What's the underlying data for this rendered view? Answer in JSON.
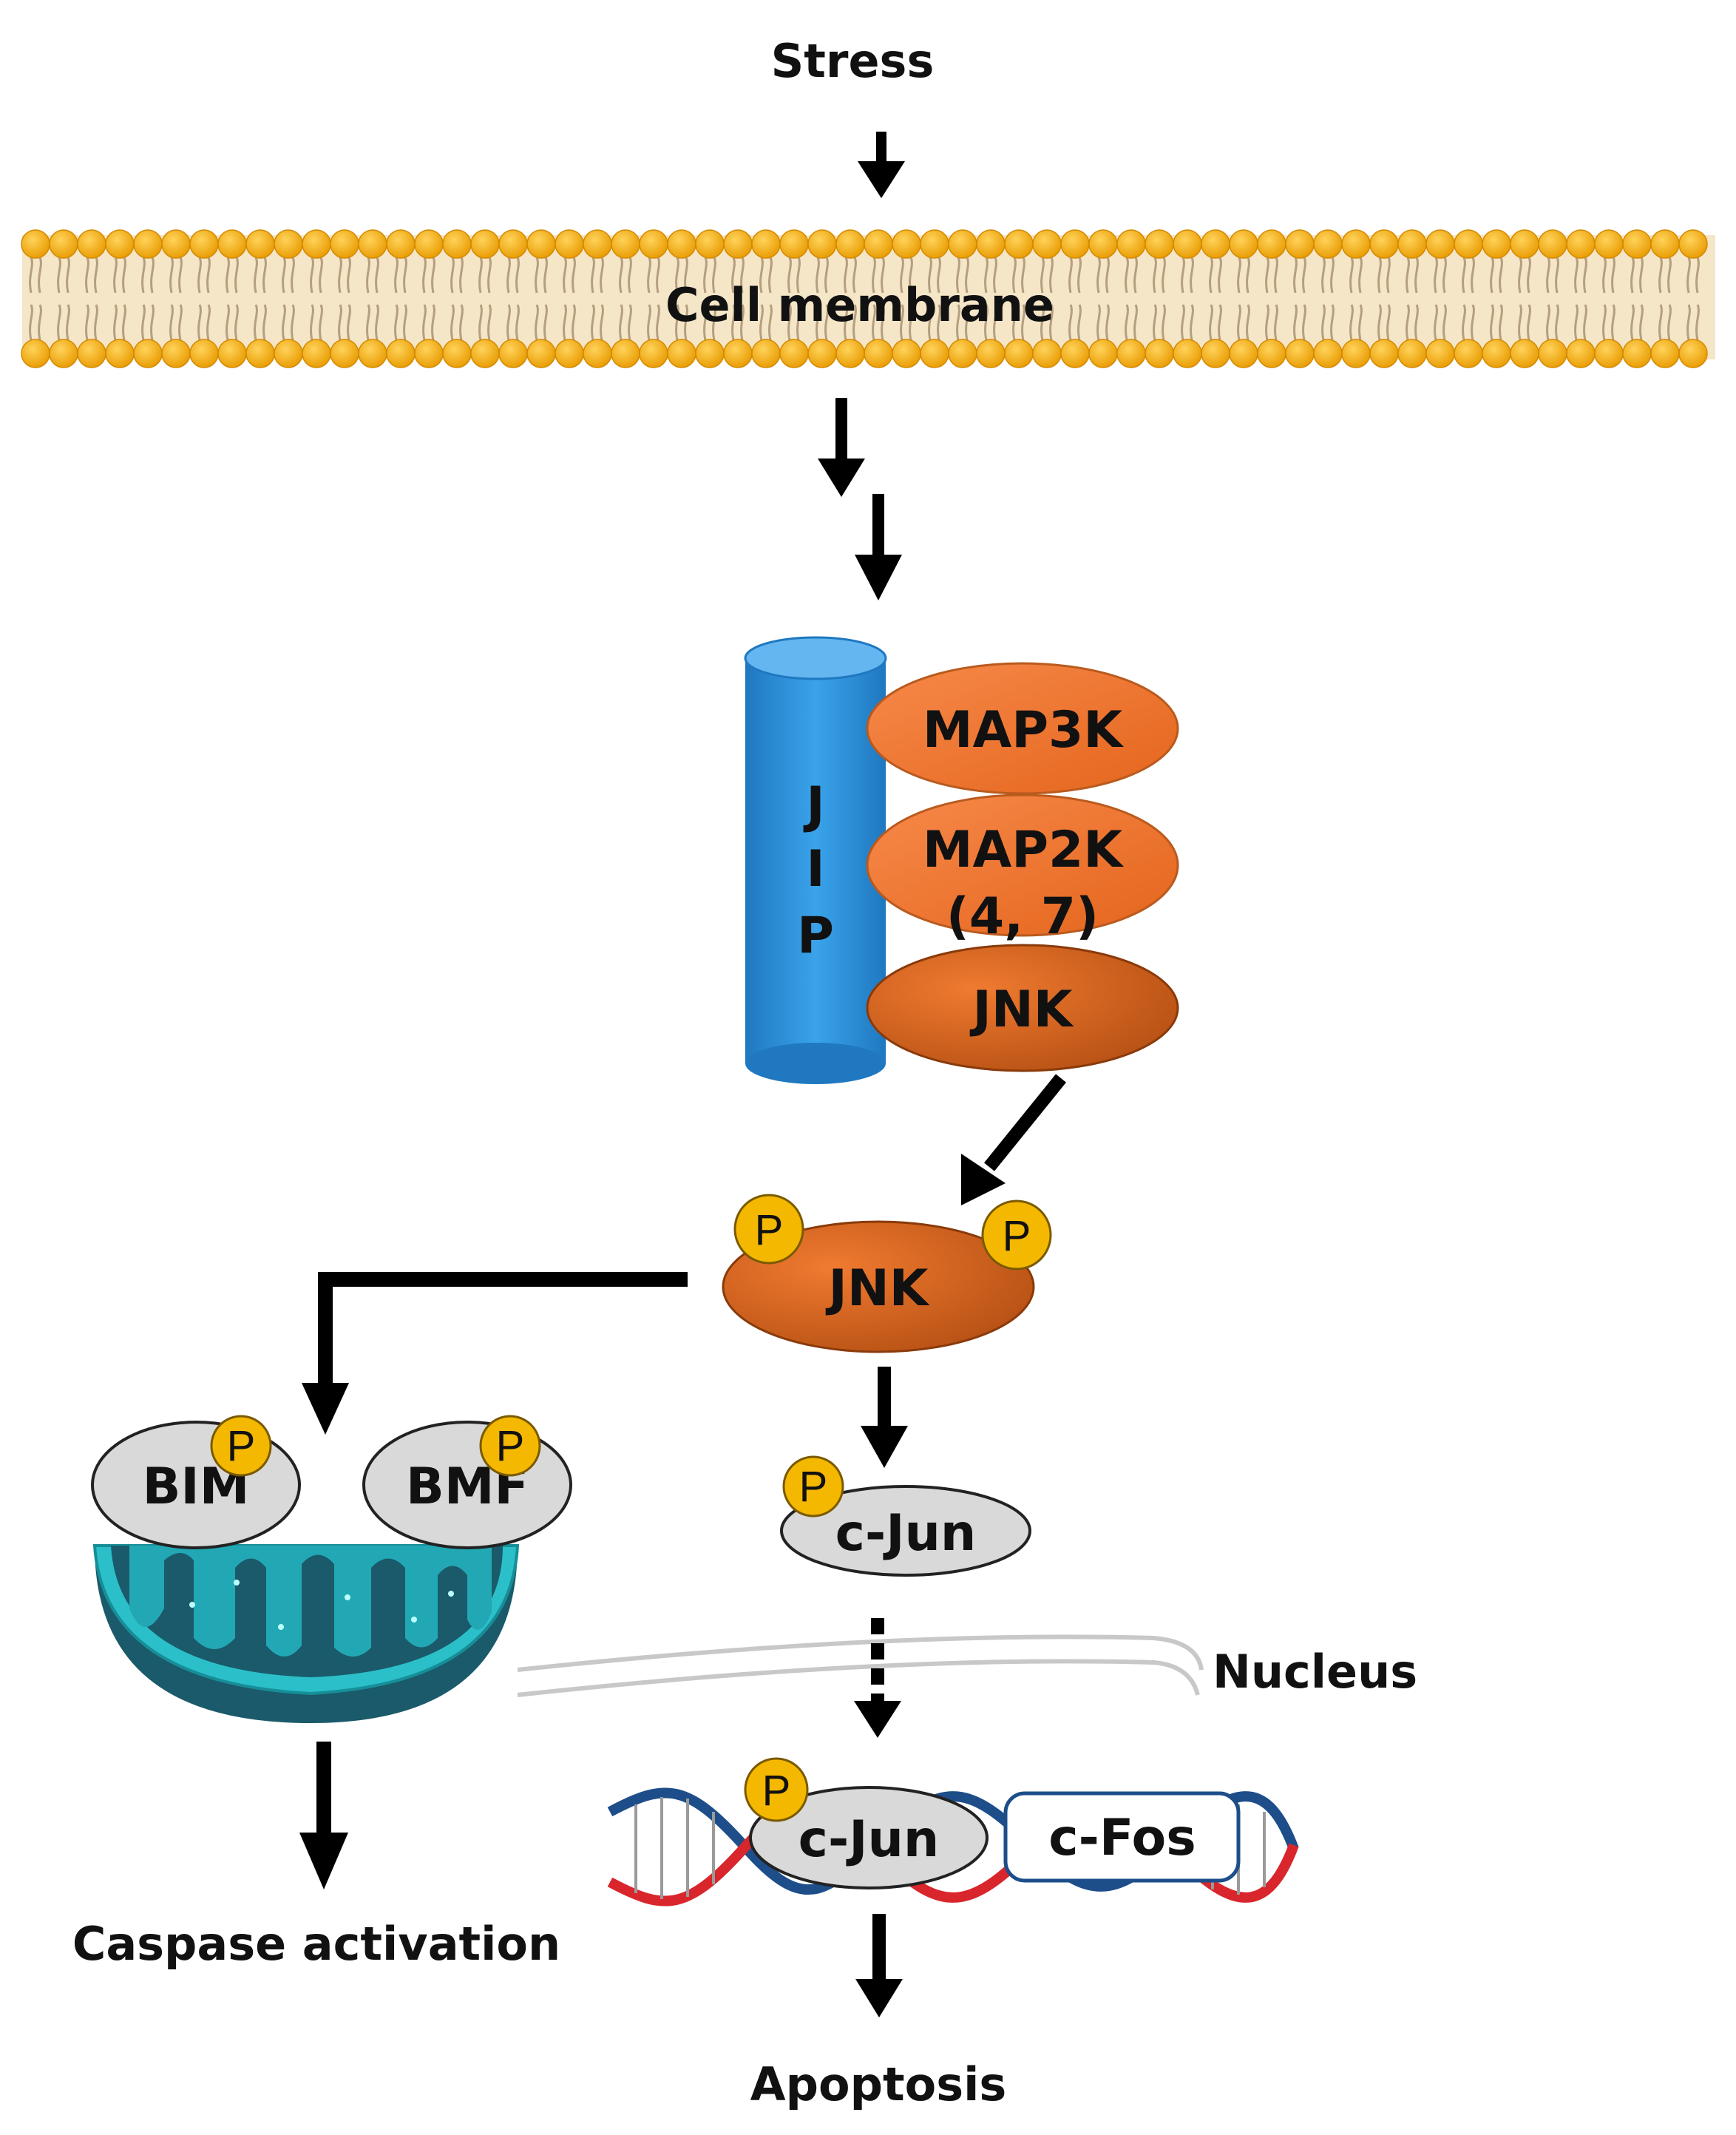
{
  "labels": {
    "stress": "Stress",
    "membrane": "Cell membrane",
    "jip_1": "J",
    "jip_2": "I",
    "jip_3": "P",
    "map3k": "MAP3K",
    "map2k_1": "MAP2K",
    "map2k_2": "(4, 7)",
    "jnk_complex": "JNK",
    "jnk_active": "JNK",
    "phospho": "P",
    "bim": "BIM",
    "bmf": "BMF",
    "cjun_cyto": "c-Jun",
    "nucleus": "Nucleus",
    "cjun_nuclear": "c-Jun",
    "cfos": "c-Fos",
    "caspase": "Caspase activation",
    "apoptosis": "Apoptosis"
  },
  "colors": {
    "membrane_head": "#f6b21c",
    "membrane_tail": "#b59f7e",
    "membrane_bg": "#f5e6c8",
    "jip": "#2e8fd8",
    "kinase": "#f07a30",
    "kinase_dark": "#c85a17",
    "phospho": "#f5b800",
    "grey_protein": "#d9d9d9",
    "mito": "#2bbfc9",
    "mito_dark": "#1a5a6a",
    "dna_red": "#d8262c",
    "dna_blue": "#1d4e8a",
    "arrow": "#000000"
  }
}
